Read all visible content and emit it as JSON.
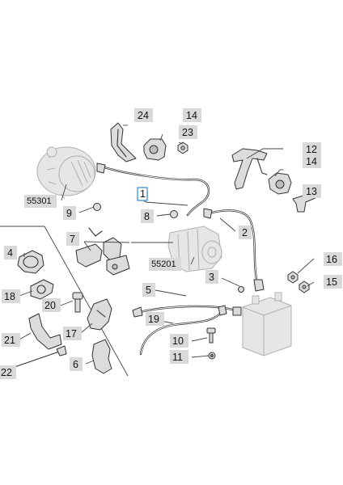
{
  "labels": {
    "l24": "24",
    "l14a": "14",
    "l23": "23",
    "l12": "12",
    "l14b": "14",
    "l13": "13",
    "l55301": "55301",
    "l1": "1",
    "l9": "9",
    "l8": "8",
    "l2": "2",
    "l4": "4",
    "l7": "7",
    "l55201": "55201",
    "l3": "3",
    "l16": "16",
    "l15": "15",
    "l18": "18",
    "l5": "5",
    "l20": "20",
    "l19": "19",
    "l21": "21",
    "l17": "17",
    "l10": "10",
    "l11": "11",
    "l6": "6",
    "l22": "22"
  },
  "colors": {
    "highlight_border": "#3a8fd8",
    "label_background": "#d9d9d9"
  }
}
